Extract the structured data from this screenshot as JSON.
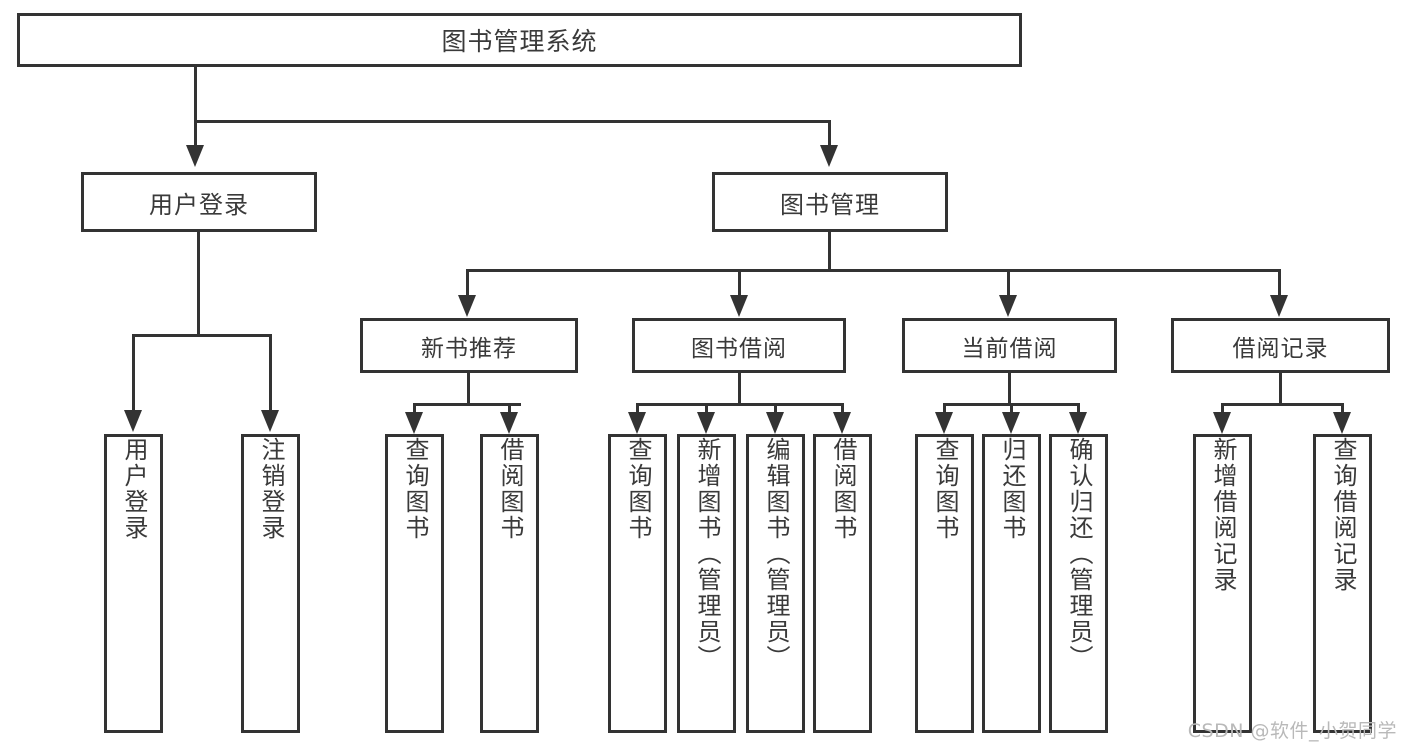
{
  "diagram": {
    "title": "图书管理系统",
    "type": "tree-hierarchy-diagram",
    "colors": {
      "box_border": "#333333",
      "box_fill": "#ffffff",
      "text": "#3a3a3a",
      "connector": "#333333",
      "watermark": "#b9b9b9",
      "background": "#ffffff"
    },
    "root": {
      "label": "图书管理系统"
    },
    "level2": [
      {
        "label": "用户登录"
      },
      {
        "label": "图书管理"
      }
    ],
    "level3": [
      {
        "label": "新书推荐"
      },
      {
        "label": "图书借阅"
      },
      {
        "label": "当前借阅"
      },
      {
        "label": "借阅记录"
      }
    ],
    "leaves": {
      "user_login": [
        {
          "label": "用户登录"
        },
        {
          "label": "注销登录"
        }
      ],
      "new_book_recommend": [
        {
          "label": "查询图书"
        },
        {
          "label": "借阅图书"
        }
      ],
      "book_borrow": [
        {
          "label": "查询图书"
        },
        {
          "label": "新增图书（管理员）"
        },
        {
          "label": "编辑图书（管理员）"
        },
        {
          "label": "借阅图书"
        }
      ],
      "current_borrow": [
        {
          "label": "查询图书"
        },
        {
          "label": "归还图书"
        },
        {
          "label": "确认归还（管理员）"
        }
      ],
      "borrow_record": [
        {
          "label": "新增借阅记录"
        },
        {
          "label": "查询借阅记录"
        }
      ]
    },
    "watermark": "CSDN @软件_小贺同学"
  }
}
